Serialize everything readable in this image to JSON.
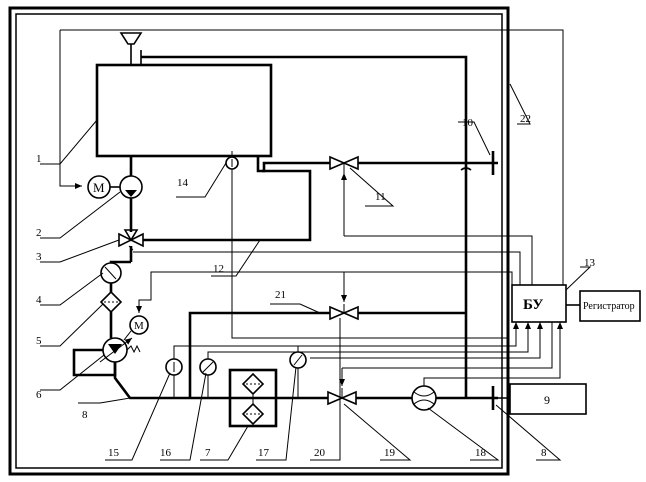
{
  "control_unit": {
    "label": "БУ"
  },
  "recorder": {
    "label": "Регистратор"
  },
  "box9": {
    "label": "9"
  },
  "motor_label": "M",
  "callouts": {
    "c1": "1",
    "c2": "2",
    "c3": "3",
    "c4": "4",
    "c5": "5",
    "c6": "6",
    "c7": "7",
    "c8a": "8",
    "c8b": "8",
    "c10": "10",
    "c11": "11",
    "c12": "12",
    "c13": "13",
    "c14": "14",
    "c15": "15",
    "c16": "16",
    "c17": "17",
    "c18": "18",
    "c19": "19",
    "c20": "20",
    "c21": "21",
    "c22": "22"
  }
}
